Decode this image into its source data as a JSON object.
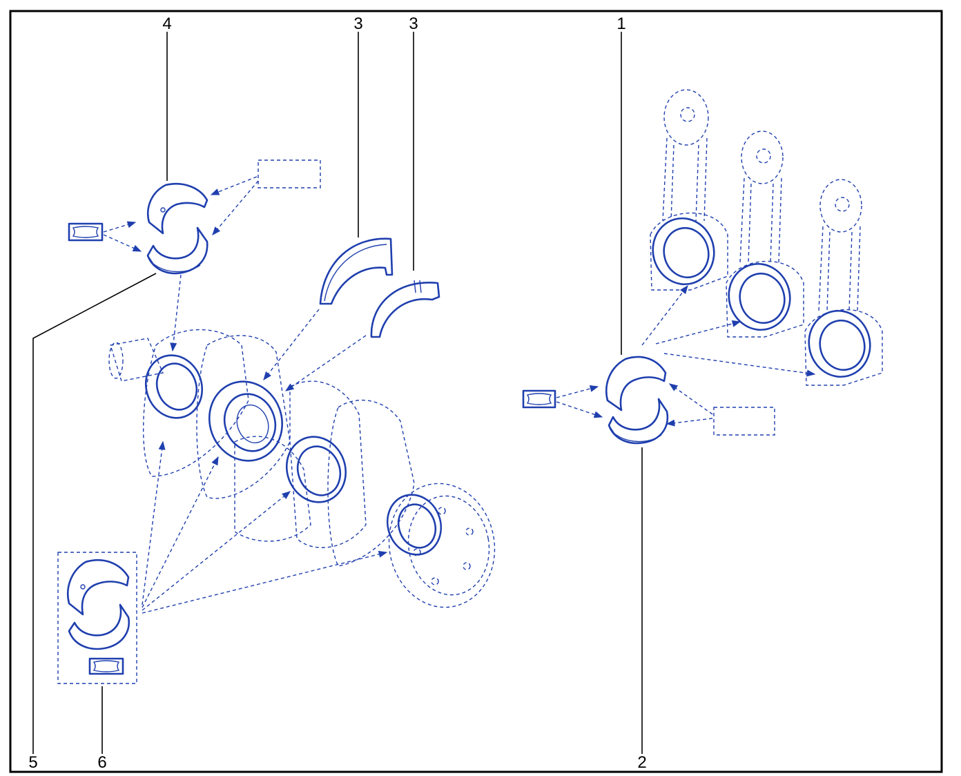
{
  "colors": {
    "line": "#1f3fae",
    "frame": "#000000",
    "callout": "#000000"
  },
  "callouts": {
    "c1": "1",
    "c2": "2",
    "c3a": "3",
    "c3b": "3",
    "c4": "4",
    "c5": "5",
    "c6": "6"
  },
  "icons": {
    "bearing_shell_set": "bearing-shell-icon",
    "label_placeholder": "dashed-label-box-icon",
    "grade_marking": "grade-mark-icon",
    "thrust_washer": "thrust-washer-icon",
    "connecting_rod": "connecting-rod-icon",
    "crankshaft": "crankshaft-icon"
  }
}
